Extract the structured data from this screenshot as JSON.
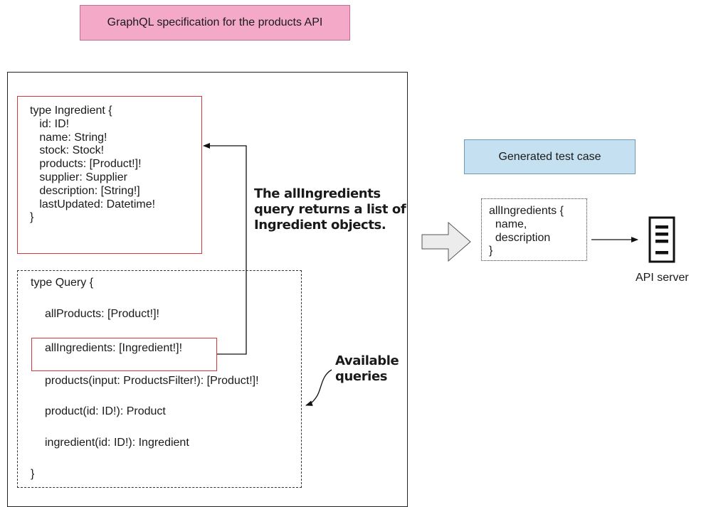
{
  "title": "GraphQL specification for the products API",
  "ingredient_type": {
    "lines": [
      "type Ingredient {",
      "   id: ID!",
      "   name: String!",
      "   stock: Stock!",
      "   products: [Product!]!",
      "   supplier: Supplier",
      "   description: [String!]",
      "   lastUpdated: Datetime!",
      "}"
    ]
  },
  "query_type": {
    "open": "type Query {",
    "fields": [
      "allProducts: [Product!]!",
      "allIngredients: [Ingredient!]!",
      "products(input: ProductsFilter!): [Product!]!",
      "product(id: ID!): Product",
      "ingredient(id: ID!): Ingredient"
    ],
    "close": "}"
  },
  "annotations": {
    "returns": "The allIngredients\nquery returns a list of\nIngredient objects.",
    "available": "Available\nqueries"
  },
  "test_case": {
    "label": "Generated test case",
    "lines": [
      "allIngredients {",
      "  name,",
      "  description",
      "}"
    ]
  },
  "server": {
    "label": "API server",
    "icon": "server-icon"
  }
}
